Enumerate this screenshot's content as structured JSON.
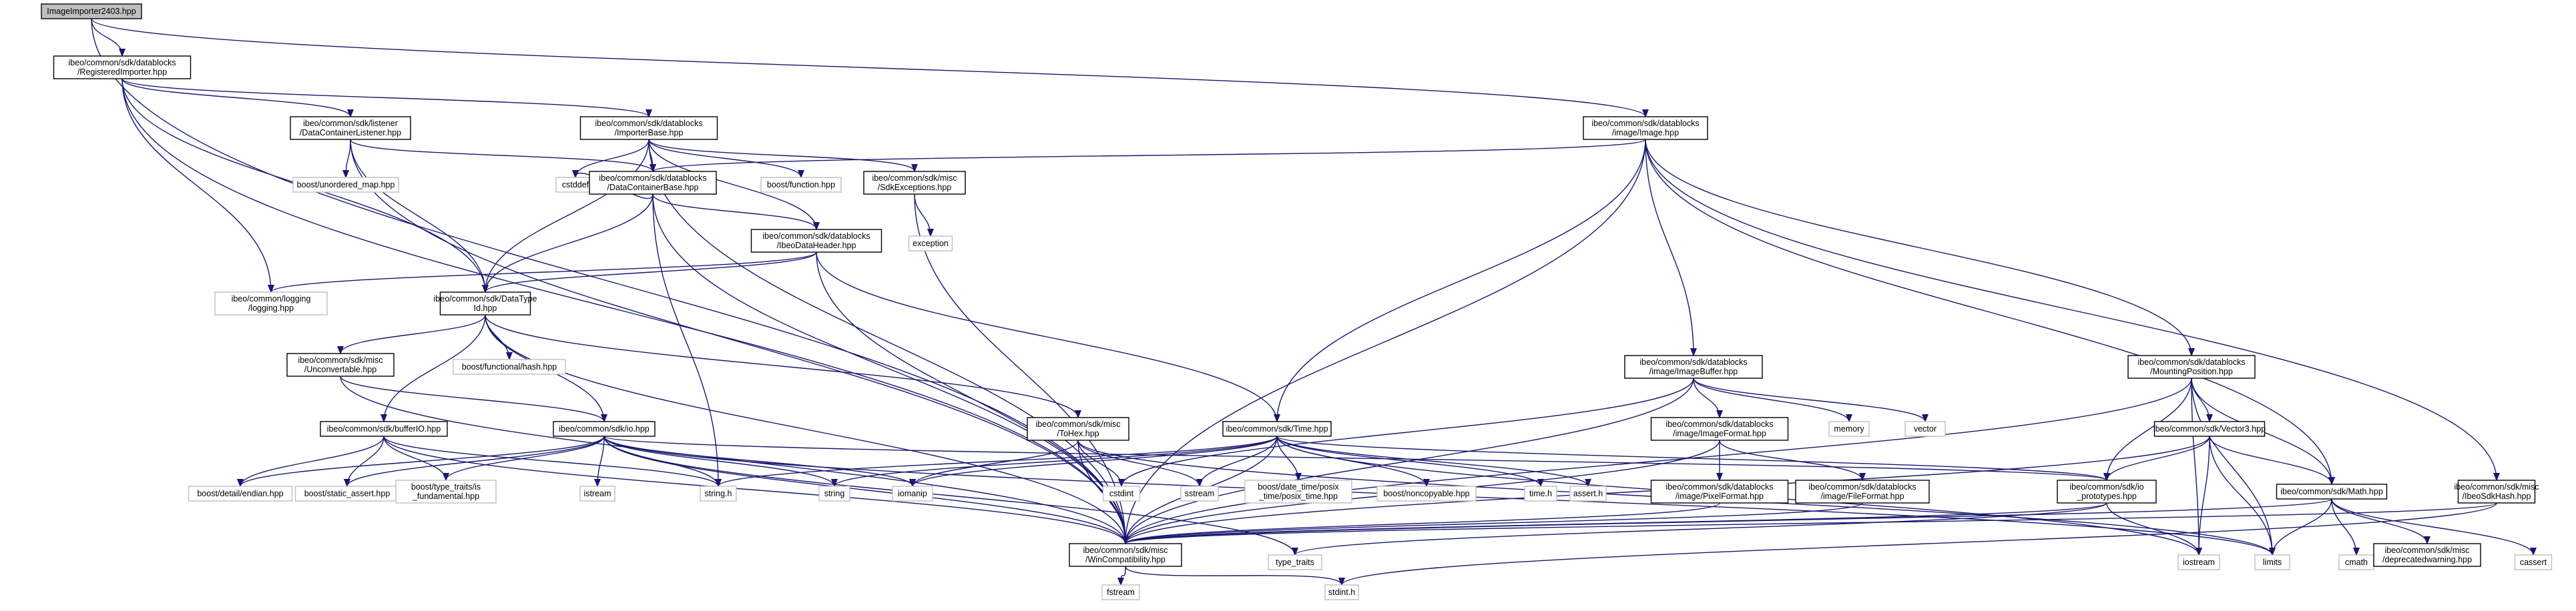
{
  "diagram": {
    "nodes": [
      {
        "id": "n0",
        "lines": [
          "ImageImporter2403.hpp"
        ],
        "style": "root"
      },
      {
        "id": "n1",
        "lines": [
          "ibeo/common/sdk/datablocks",
          "/RegisteredImporter.hpp"
        ],
        "style": "normal"
      },
      {
        "id": "n2",
        "lines": [
          "ibeo/common/sdk/listener",
          "/DataContainerListener.hpp"
        ],
        "style": "normal"
      },
      {
        "id": "n3",
        "lines": [
          "ibeo/common/sdk/datablocks",
          "/ImporterBase.hpp"
        ],
        "style": "normal"
      },
      {
        "id": "n4",
        "lines": [
          "ibeo/common/sdk/datablocks",
          "/image/Image.hpp"
        ],
        "style": "normal"
      },
      {
        "id": "n5",
        "lines": [
          "boost/unordered_map.hpp"
        ],
        "style": "external"
      },
      {
        "id": "n6",
        "lines": [
          "cstddef"
        ],
        "style": "external"
      },
      {
        "id": "n7",
        "lines": [
          "ibeo/common/sdk/datablocks",
          "/DataContainerBase.hpp"
        ],
        "style": "normal"
      },
      {
        "id": "n8",
        "lines": [
          "boost/function.hpp"
        ],
        "style": "external"
      },
      {
        "id": "n9",
        "lines": [
          "ibeo/common/sdk/misc",
          "/SdkExceptions.hpp"
        ],
        "style": "normal"
      },
      {
        "id": "n10",
        "lines": [
          "exception"
        ],
        "style": "external"
      },
      {
        "id": "n11",
        "lines": [
          "ibeo/common/sdk/datablocks",
          "/IbeoDataHeader.hpp"
        ],
        "style": "normal"
      },
      {
        "id": "n12",
        "lines": [
          "ibeo/common/logging",
          "/logging.hpp"
        ],
        "style": "external"
      },
      {
        "id": "n13",
        "lines": [
          "ibeo/common/sdk/DataType",
          "Id.hpp"
        ],
        "style": "normal"
      },
      {
        "id": "n14",
        "lines": [
          "boost/functional/hash.hpp"
        ],
        "style": "external"
      },
      {
        "id": "n15",
        "lines": [
          "ibeo/common/sdk/misc",
          "/Unconvertable.hpp"
        ],
        "style": "normal"
      },
      {
        "id": "n16",
        "lines": [
          "ibeo/common/sdk/bufferIO.hpp"
        ],
        "style": "normal"
      },
      {
        "id": "n17",
        "lines": [
          "ibeo/common/sdk/io.hpp"
        ],
        "style": "normal"
      },
      {
        "id": "n18",
        "lines": [
          "ibeo/common/sdk/misc",
          "/ToHex.hpp"
        ],
        "style": "normal"
      },
      {
        "id": "n19",
        "lines": [
          "ibeo/common/sdk/Time.hpp"
        ],
        "style": "normal"
      },
      {
        "id": "n20",
        "lines": [
          "ibeo/common/sdk/datablocks",
          "/image/ImageBuffer.hpp"
        ],
        "style": "normal"
      },
      {
        "id": "n21",
        "lines": [
          "memory"
        ],
        "style": "external"
      },
      {
        "id": "n22",
        "lines": [
          "vector"
        ],
        "style": "external"
      },
      {
        "id": "n23",
        "lines": [
          "ibeo/common/sdk/datablocks",
          "/image/ImageFormat.hpp"
        ],
        "style": "normal"
      },
      {
        "id": "n24",
        "lines": [
          "ibeo/common/sdk/datablocks",
          "/image/PixelFormat.hpp"
        ],
        "style": "normal"
      },
      {
        "id": "n25",
        "lines": [
          "ibeo/common/sdk/datablocks",
          "/image/FileFormat.hpp"
        ],
        "style": "normal"
      },
      {
        "id": "n26",
        "lines": [
          "ibeo/common/sdk/datablocks",
          "/MountingPosition.hpp"
        ],
        "style": "normal"
      },
      {
        "id": "n27",
        "lines": [
          "ibeo/common/sdk/Vector3.hpp"
        ],
        "style": "normal"
      },
      {
        "id": "n28",
        "lines": [
          "ibeo/common/sdk/io",
          "_prototypes.hpp"
        ],
        "style": "normal"
      },
      {
        "id": "n29",
        "lines": [
          "ibeo/common/sdk/Math.hpp"
        ],
        "style": "normal"
      },
      {
        "id": "n30",
        "lines": [
          "ibeo/common/sdk/misc",
          "/IbeoSdkHash.hpp"
        ],
        "style": "normal"
      },
      {
        "id": "n31",
        "lines": [
          "boost/detail/endian.hpp"
        ],
        "style": "external"
      },
      {
        "id": "n32",
        "lines": [
          "boost/static_assert.hpp"
        ],
        "style": "external"
      },
      {
        "id": "n33",
        "lines": [
          "boost/type_traits/is",
          "_fundamental.hpp"
        ],
        "style": "external"
      },
      {
        "id": "n34",
        "lines": [
          "istream"
        ],
        "style": "external"
      },
      {
        "id": "n35",
        "lines": [
          "string.h"
        ],
        "style": "external"
      },
      {
        "id": "n36",
        "lines": [
          "string"
        ],
        "style": "external"
      },
      {
        "id": "n37",
        "lines": [
          "iomanip"
        ],
        "style": "external"
      },
      {
        "id": "n38",
        "lines": [
          "cstdint"
        ],
        "style": "external"
      },
      {
        "id": "n39",
        "lines": [
          "sstream"
        ],
        "style": "external"
      },
      {
        "id": "n40",
        "lines": [
          "boost/date_time/posix",
          "_time/posix_time.hpp"
        ],
        "style": "external"
      },
      {
        "id": "n41",
        "lines": [
          "boost/noncopyable.hpp"
        ],
        "style": "external"
      },
      {
        "id": "n42",
        "lines": [
          "time.h"
        ],
        "style": "external"
      },
      {
        "id": "n43",
        "lines": [
          "assert.h"
        ],
        "style": "external"
      },
      {
        "id": "n44",
        "lines": [
          "ibeo/common/sdk/misc",
          "/WinCompatibility.hpp"
        ],
        "style": "normal"
      },
      {
        "id": "n45",
        "lines": [
          "type_traits"
        ],
        "style": "external"
      },
      {
        "id": "n46",
        "lines": [
          "iostream"
        ],
        "style": "external"
      },
      {
        "id": "n47",
        "lines": [
          "limits"
        ],
        "style": "external"
      },
      {
        "id": "n48",
        "lines": [
          "cmath"
        ],
        "style": "external"
      },
      {
        "id": "n49",
        "lines": [
          "ibeo/common/sdk/misc",
          "/deprecatedwarning.hpp"
        ],
        "style": "normal"
      },
      {
        "id": "n50",
        "lines": [
          "cassert"
        ],
        "style": "external"
      },
      {
        "id": "n51",
        "lines": [
          "fstream"
        ],
        "style": "external"
      },
      {
        "id": "n52",
        "lines": [
          "stdint.h"
        ],
        "style": "external"
      }
    ],
    "edges": [
      [
        "n0",
        "n1"
      ],
      [
        "n0",
        "n4"
      ],
      [
        "n0",
        "n44"
      ],
      [
        "n1",
        "n2"
      ],
      [
        "n1",
        "n3"
      ],
      [
        "n1",
        "n13"
      ],
      [
        "n1",
        "n12"
      ],
      [
        "n1",
        "n44"
      ],
      [
        "n2",
        "n5"
      ],
      [
        "n2",
        "n7"
      ],
      [
        "n2",
        "n13"
      ],
      [
        "n2",
        "n44"
      ],
      [
        "n3",
        "n6"
      ],
      [
        "n3",
        "n7"
      ],
      [
        "n3",
        "n8"
      ],
      [
        "n3",
        "n9"
      ],
      [
        "n3",
        "n11"
      ],
      [
        "n3",
        "n13"
      ],
      [
        "n3",
        "n44"
      ],
      [
        "n4",
        "n7"
      ],
      [
        "n4",
        "n20"
      ],
      [
        "n4",
        "n26"
      ],
      [
        "n4",
        "n19"
      ],
      [
        "n4",
        "n29"
      ],
      [
        "n4",
        "n30"
      ],
      [
        "n4",
        "n44"
      ],
      [
        "n7",
        "n6"
      ],
      [
        "n7",
        "n11"
      ],
      [
        "n7",
        "n13"
      ],
      [
        "n7",
        "n35"
      ],
      [
        "n7",
        "n44"
      ],
      [
        "n9",
        "n10"
      ],
      [
        "n9",
        "n44"
      ],
      [
        "n11",
        "n13"
      ],
      [
        "n11",
        "n12"
      ],
      [
        "n11",
        "n19"
      ],
      [
        "n11",
        "n44"
      ],
      [
        "n13",
        "n14"
      ],
      [
        "n13",
        "n15"
      ],
      [
        "n13",
        "n16"
      ],
      [
        "n13",
        "n17"
      ],
      [
        "n13",
        "n18"
      ],
      [
        "n13",
        "n44"
      ],
      [
        "n15",
        "n17"
      ],
      [
        "n15",
        "n44"
      ],
      [
        "n16",
        "n31"
      ],
      [
        "n16",
        "n32"
      ],
      [
        "n16",
        "n33"
      ],
      [
        "n16",
        "n35"
      ],
      [
        "n16",
        "n44"
      ],
      [
        "n17",
        "n31"
      ],
      [
        "n17",
        "n32"
      ],
      [
        "n17",
        "n33"
      ],
      [
        "n17",
        "n34"
      ],
      [
        "n17",
        "n35"
      ],
      [
        "n17",
        "n36"
      ],
      [
        "n17",
        "n37"
      ],
      [
        "n17",
        "n28"
      ],
      [
        "n17",
        "n44"
      ],
      [
        "n17",
        "n45"
      ],
      [
        "n17",
        "n47"
      ],
      [
        "n18",
        "n37"
      ],
      [
        "n18",
        "n38"
      ],
      [
        "n18",
        "n39"
      ],
      [
        "n18",
        "n44"
      ],
      [
        "n18",
        "n47"
      ],
      [
        "n19",
        "n36"
      ],
      [
        "n19",
        "n37"
      ],
      [
        "n19",
        "n35"
      ],
      [
        "n19",
        "n39"
      ],
      [
        "n19",
        "n40"
      ],
      [
        "n19",
        "n41"
      ],
      [
        "n19",
        "n42"
      ],
      [
        "n19",
        "n43"
      ],
      [
        "n19",
        "n28"
      ],
      [
        "n19",
        "n44"
      ],
      [
        "n19",
        "n46"
      ],
      [
        "n20",
        "n21"
      ],
      [
        "n20",
        "n22"
      ],
      [
        "n20",
        "n23"
      ],
      [
        "n20",
        "n38"
      ],
      [
        "n20",
        "n44"
      ],
      [
        "n23",
        "n24"
      ],
      [
        "n23",
        "n25"
      ],
      [
        "n23",
        "n44"
      ],
      [
        "n24",
        "n44"
      ],
      [
        "n25",
        "n44"
      ],
      [
        "n26",
        "n27"
      ],
      [
        "n26",
        "n28"
      ],
      [
        "n26",
        "n29"
      ],
      [
        "n26",
        "n44"
      ],
      [
        "n26",
        "n46"
      ],
      [
        "n26",
        "n47"
      ],
      [
        "n27",
        "n28"
      ],
      [
        "n27",
        "n29"
      ],
      [
        "n27",
        "n44"
      ],
      [
        "n27",
        "n46"
      ],
      [
        "n27",
        "n47"
      ],
      [
        "n28",
        "n44"
      ],
      [
        "n28",
        "n45"
      ],
      [
        "n28",
        "n46"
      ],
      [
        "n29",
        "n44"
      ],
      [
        "n29",
        "n47"
      ],
      [
        "n29",
        "n48"
      ],
      [
        "n29",
        "n49"
      ],
      [
        "n29",
        "n50"
      ],
      [
        "n30",
        "n44"
      ],
      [
        "n30",
        "n52"
      ],
      [
        "n44",
        "n51"
      ],
      [
        "n44",
        "n52"
      ]
    ]
  }
}
